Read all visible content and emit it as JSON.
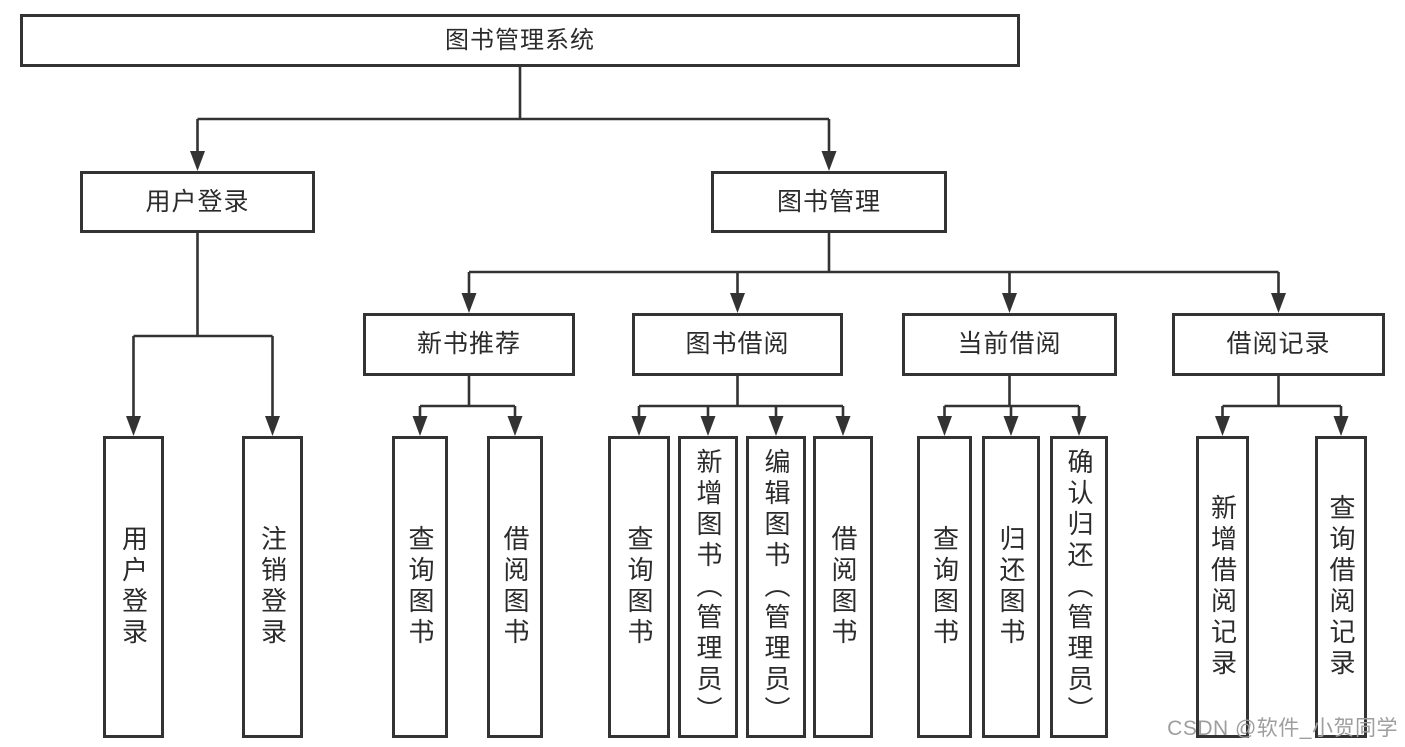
{
  "diagram": {
    "title_note": "functional structure diagram",
    "root": {
      "label": "图书管理系统"
    },
    "level2": [
      {
        "label": "用户登录"
      },
      {
        "label": "图书管理"
      }
    ],
    "level3": [
      {
        "label": "新书推荐"
      },
      {
        "label": "图书借阅"
      },
      {
        "label": "当前借阅"
      },
      {
        "label": "借阅记录"
      }
    ],
    "leaves": {
      "user_login": [
        {
          "label": "用户登录"
        },
        {
          "label": "注销登录"
        }
      ],
      "new_book_recommend": [
        {
          "label": "查询图书"
        },
        {
          "label": "借阅图书"
        }
      ],
      "book_borrow": [
        {
          "label": "查询图书"
        },
        {
          "label": "新增图书（管理员）"
        },
        {
          "label": "编辑图书（管理员）"
        },
        {
          "label": "借阅图书"
        }
      ],
      "current_borrow": [
        {
          "label": "查询图书"
        },
        {
          "label": "归还图书"
        },
        {
          "label": "确认归还（管理员）"
        }
      ],
      "borrow_record": [
        {
          "label": "新增借阅记录"
        },
        {
          "label": "查询借阅记录"
        }
      ]
    }
  },
  "watermark": {
    "text": "CSDN @软件_小贺同学"
  },
  "colors": {
    "border": "#333333",
    "text": "#2b2b2b",
    "connector": "#333333",
    "watermark": "#9e9e9e",
    "background": "#ffffff"
  }
}
